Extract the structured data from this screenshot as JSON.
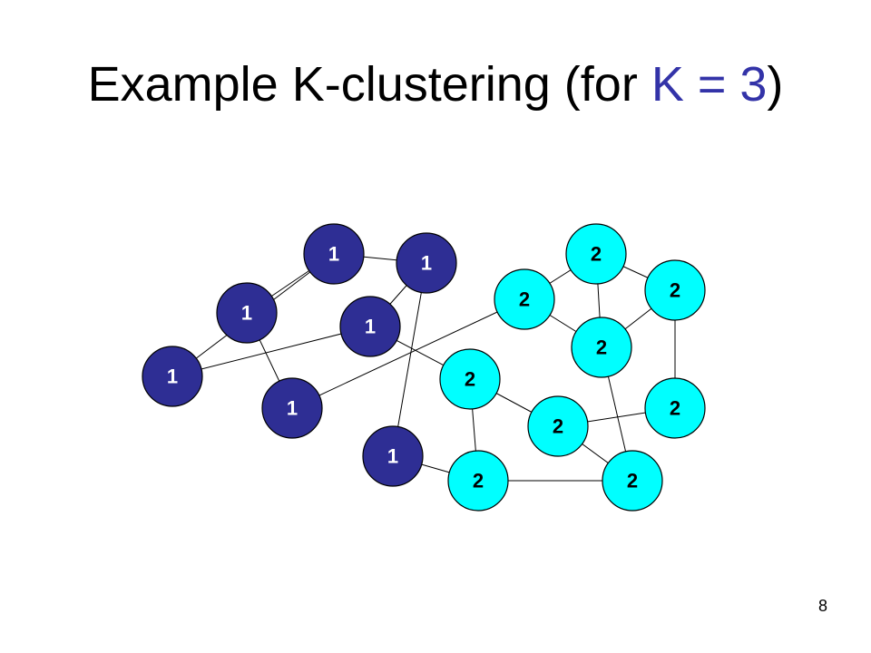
{
  "slide": {
    "title_prefix": "Example K-clustering (for ",
    "title_variable": "K = 3",
    "title_suffix": ")",
    "page_number": "8"
  },
  "colors": {
    "cluster_1_fill": "#2e2e94",
    "cluster_1_label": "#ffffff",
    "cluster_2_fill": "#00ffff",
    "cluster_2_label": "#000000",
    "title_accent": "#3333a8"
  },
  "graph": {
    "nodes": [
      {
        "id": "a",
        "label": "1",
        "cluster": "1"
      },
      {
        "id": "b",
        "label": "1",
        "cluster": "1"
      },
      {
        "id": "c",
        "label": "1",
        "cluster": "1"
      },
      {
        "id": "d",
        "label": "1",
        "cluster": "1"
      },
      {
        "id": "e",
        "label": "1",
        "cluster": "1"
      },
      {
        "id": "f",
        "label": "1",
        "cluster": "1"
      },
      {
        "id": "g",
        "label": "1",
        "cluster": "1"
      },
      {
        "id": "h",
        "label": "2",
        "cluster": "2"
      },
      {
        "id": "i",
        "label": "2",
        "cluster": "2"
      },
      {
        "id": "j",
        "label": "2",
        "cluster": "2"
      },
      {
        "id": "k",
        "label": "2",
        "cluster": "2"
      },
      {
        "id": "l",
        "label": "2",
        "cluster": "2"
      },
      {
        "id": "m",
        "label": "2",
        "cluster": "2"
      },
      {
        "id": "n",
        "label": "2",
        "cluster": "2"
      },
      {
        "id": "o",
        "label": "2",
        "cluster": "2"
      },
      {
        "id": "p",
        "label": "2",
        "cluster": "2"
      }
    ],
    "edges": [
      [
        "a",
        "c"
      ],
      [
        "a",
        "d"
      ],
      [
        "a",
        "b"
      ],
      [
        "b",
        "e"
      ],
      [
        "c",
        "f"
      ],
      [
        "c",
        "g"
      ],
      [
        "d",
        "f"
      ],
      [
        "e",
        "h"
      ],
      [
        "f",
        "j"
      ],
      [
        "g",
        "k"
      ],
      [
        "h",
        "i"
      ],
      [
        "h",
        "l"
      ],
      [
        "i",
        "l"
      ],
      [
        "i",
        "m"
      ],
      [
        "j",
        "k"
      ],
      [
        "j",
        "n"
      ],
      [
        "k",
        "o"
      ],
      [
        "l",
        "m"
      ],
      [
        "l",
        "o"
      ],
      [
        "m",
        "p"
      ],
      [
        "n",
        "o"
      ],
      [
        "n",
        "p"
      ]
    ]
  }
}
